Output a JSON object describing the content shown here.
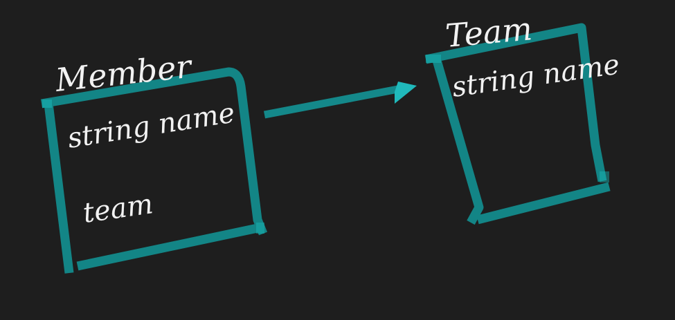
{
  "colors": {
    "background": "#1e1e1e",
    "box_stroke": "#138586",
    "box_stroke_highlight": "#1ab7b8",
    "arrow": "#14888a",
    "arrow_head": "#20b9bb",
    "text": "#f2f2f2"
  },
  "entities": [
    {
      "name": "Member",
      "fields": [
        "string name",
        "team"
      ]
    },
    {
      "name": "Team",
      "fields": [
        "string name"
      ]
    }
  ]
}
